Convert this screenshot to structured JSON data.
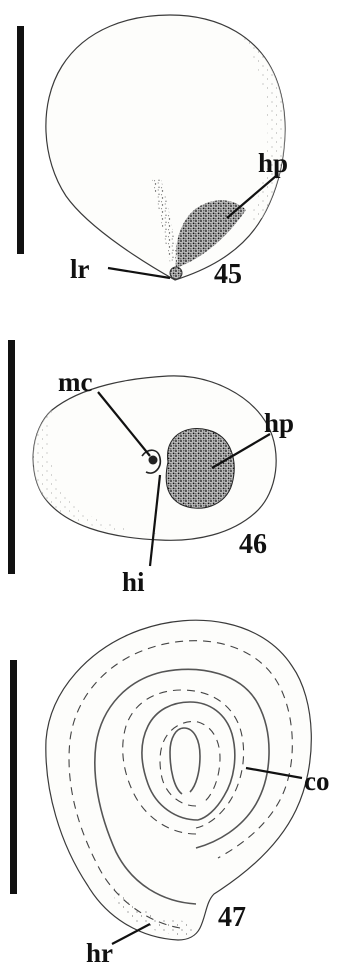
{
  "figures": [
    {
      "number": "45",
      "labels": {
        "hp": "hp",
        "lr": "lr"
      }
    },
    {
      "number": "46",
      "labels": {
        "mc": "mc",
        "hp": "hp",
        "hi": "hi"
      }
    },
    {
      "number": "47",
      "labels": {
        "co": "co",
        "hr": "hr"
      }
    }
  ]
}
